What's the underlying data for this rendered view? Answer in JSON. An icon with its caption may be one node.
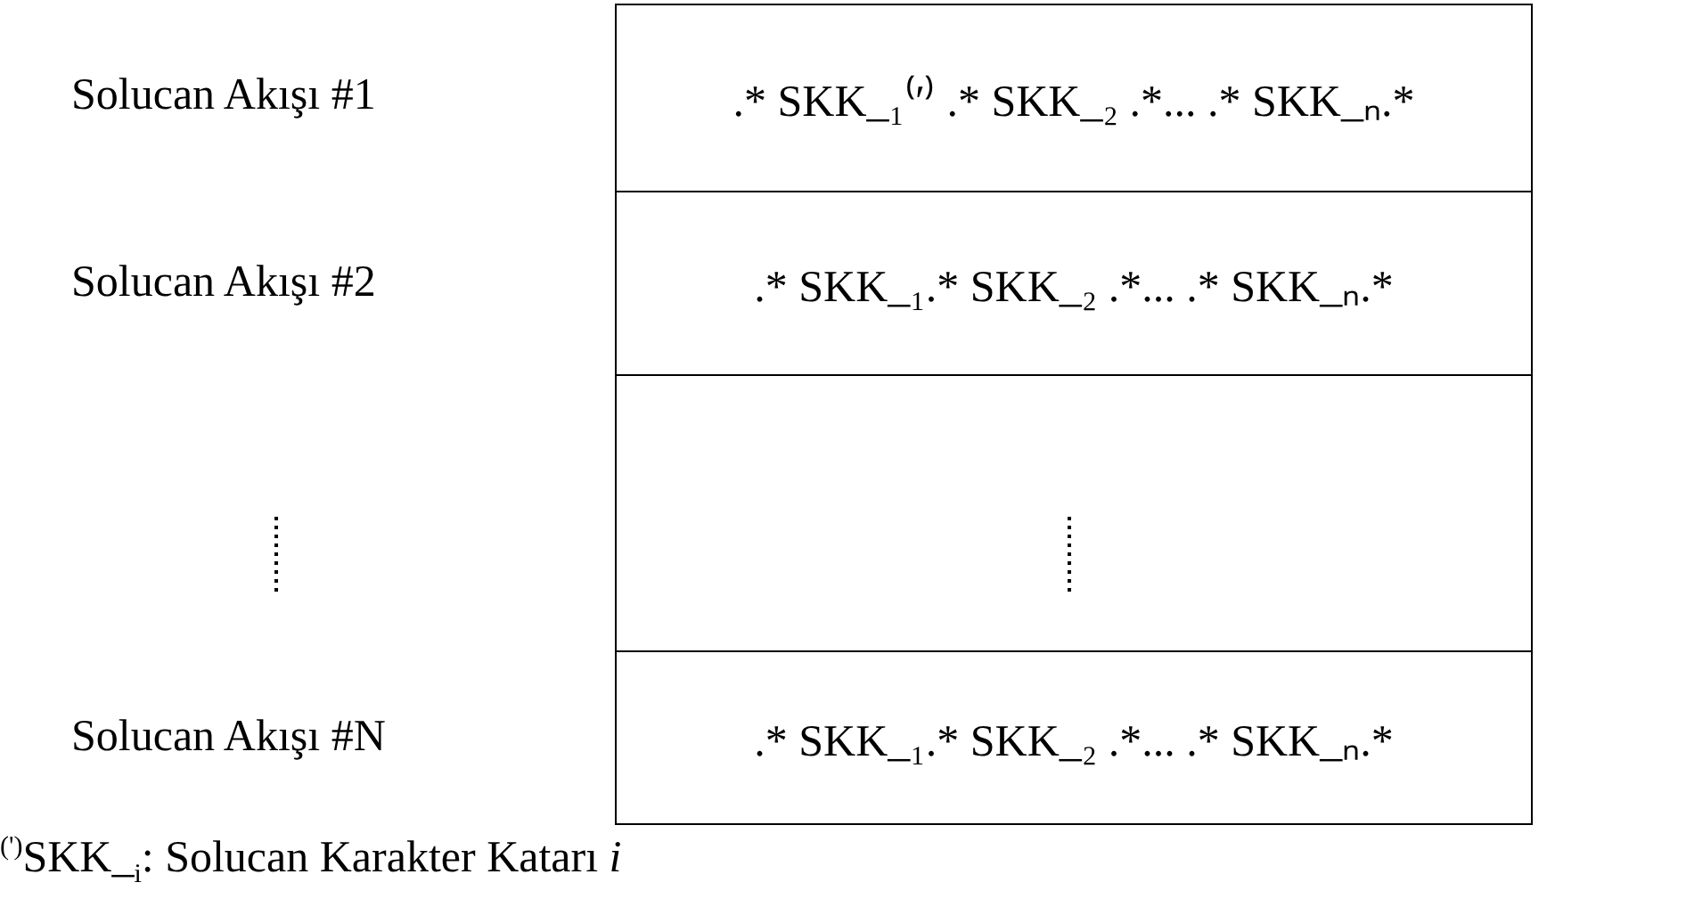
{
  "diagram": {
    "nodes": [
      {
        "text": [
          ".* SKK_₁⁽′⁾ .* SKK_₂ .*... .* SKK_ₙ.*"
        ]
      },
      {
        "text": [
          ".* SKK_₁.* SKK_₂ .*... .* SKK_ₙ.*"
        ]
      },
      {
        "text": [],
        "shape": "box"
      },
      {
        "text": [
          ".* SKK_₁.* SKK_₂ .*... .* SKK_ₙ.*"
        ]
      }
    ],
    "labels": [
      "Solucan Akışı #1",
      "Solucan Akışı #2",
      "Solucan Akışı #N",
      "$^{(')}$SKK_$_{i}$: Solucan Karakter Katarı *i*"
    ]
  }
}
